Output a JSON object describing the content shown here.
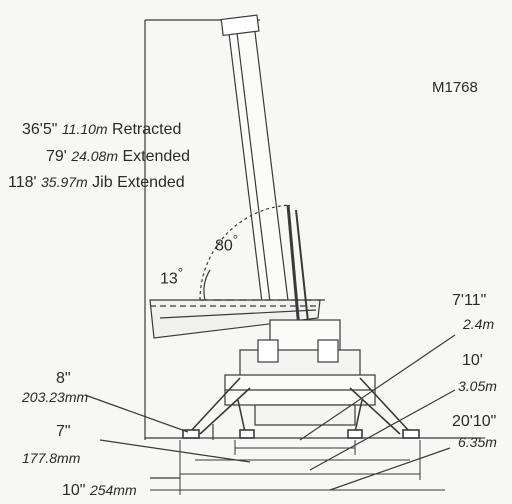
{
  "drawing_code": "M1768",
  "height_labels": [
    {
      "imperial": "36'5\"",
      "metric": "11.10m",
      "desc": "Retracted"
    },
    {
      "imperial": "79'",
      "metric": "24.08m",
      "desc": "Extended"
    },
    {
      "imperial": "118'",
      "metric": "35.97m",
      "desc": "Jib Extended"
    }
  ],
  "angles": {
    "upper": "80",
    "lower": "13"
  },
  "angle_unit": "°",
  "dimensions": {
    "left": [
      {
        "imperial": "8\"",
        "metric": "203.23mm"
      },
      {
        "imperial": "7\"",
        "metric": "177.8mm"
      },
      {
        "imperial": "10\"",
        "metric": "254mm"
      }
    ],
    "right": [
      {
        "imperial": "7'11\"",
        "metric": "2.4m"
      },
      {
        "imperial": "10'",
        "metric": "3.05m"
      },
      {
        "imperial": "20'10\"",
        "metric": "6.35m"
      }
    ]
  },
  "colors": {
    "line": "#3a3a3a",
    "background": "#f7f7f5"
  }
}
